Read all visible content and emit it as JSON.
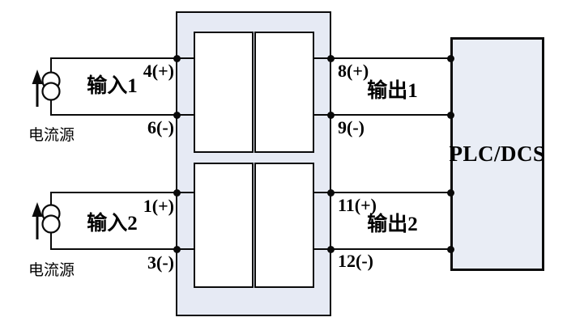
{
  "diagram": {
    "inputs": [
      {
        "label": "输入1",
        "pos_terminal": "4(+)",
        "neg_terminal": "6(-)",
        "source_label": "电流源"
      },
      {
        "label": "输入2",
        "pos_terminal": "1(+)",
        "neg_terminal": "3(-)",
        "source_label": "电流源"
      }
    ],
    "outputs": [
      {
        "label": "输出1",
        "pos_terminal": "8(+)",
        "neg_terminal": "9(-)"
      },
      {
        "label": "输出2",
        "pos_terminal": "11(+)",
        "neg_terminal": "12(-)"
      }
    ],
    "plc": {
      "label": "PLC/DCS"
    },
    "colors": {
      "module_fill": "#e6eaf4",
      "plc_fill": "#e9edf5",
      "line": "#0a0a0a"
    }
  }
}
